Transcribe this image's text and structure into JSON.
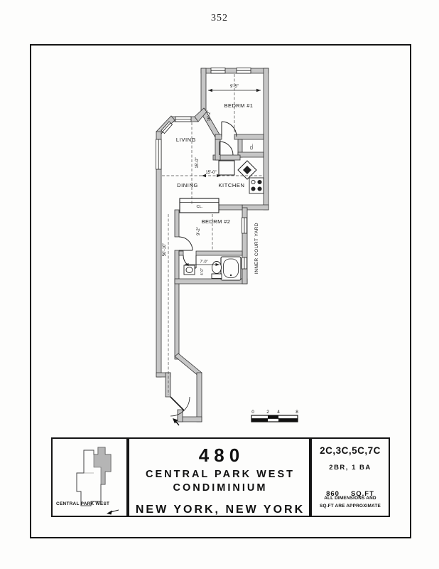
{
  "page_number": "352",
  "plan": {
    "rooms": {
      "bedroom1": "BEDRM #1",
      "living": "LIVING",
      "dining": "DINING",
      "kitchen": "KITCHEN",
      "bedroom2": "BEDRM #2",
      "closet_bedroom1": "CL.",
      "closet_bedroom2": "CL.",
      "inner_court_yard": "INNER COURT YARD"
    },
    "dimensions": {
      "bedroom1_width": "9'-5\"",
      "bedroom1_depth": "16'-2\"",
      "living_depth": "15'-0\"",
      "dining_width": "15'-0\"",
      "bedroom2_depth": "9'-2\"",
      "bath_width": "7'-0\"",
      "bath_depth": "4'-0\"",
      "corridor_length": "50'-10\""
    },
    "scale_labels": [
      "0",
      "2",
      "4",
      "8"
    ]
  },
  "title_block": {
    "key_plan_label": "CENTRAL PARK WEST",
    "building_number": "480",
    "building_name_line1": "CENTRAL PARK WEST",
    "building_name_line2": "CONDIMINIUM",
    "city": "NEW YORK, NEW YORK",
    "units": "2C,3C,5C,7C",
    "config": "2BR, 1 BA",
    "area_value": "860",
    "area_unit": "SQ.FT",
    "disclaimer": "ALL DIMENSIONS AND SQ.FT ARE APPROXIMATE"
  }
}
